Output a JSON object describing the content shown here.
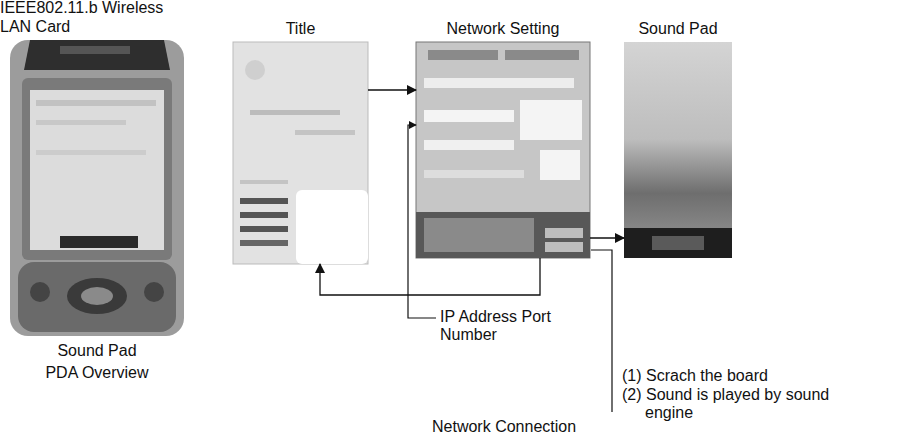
{
  "diagram": {
    "nodes": [
      {
        "text": [
          "IEEE802.11.b Wireless LAN Card",
          "Sound Pad",
          "PDA Overview"
        ]
      },
      {
        "text": [
          "Title"
        ]
      },
      {
        "text": [
          "Network Setting"
        ]
      },
      {
        "text": [
          "Sound Pad"
        ]
      }
    ],
    "edges": [
      {
        "from": 1,
        "to": 2,
        "arrow": "to"
      },
      {
        "from": 2,
        "to": 1,
        "arrow": "to"
      },
      {
        "from": 2,
        "to": 3,
        "arrow": "to"
      }
    ],
    "labels": [
      "IP Address Port Number",
      "Network Connection",
      "(1) Scrach the board",
      "(2) Sound is played by sound engine"
    ]
  }
}
